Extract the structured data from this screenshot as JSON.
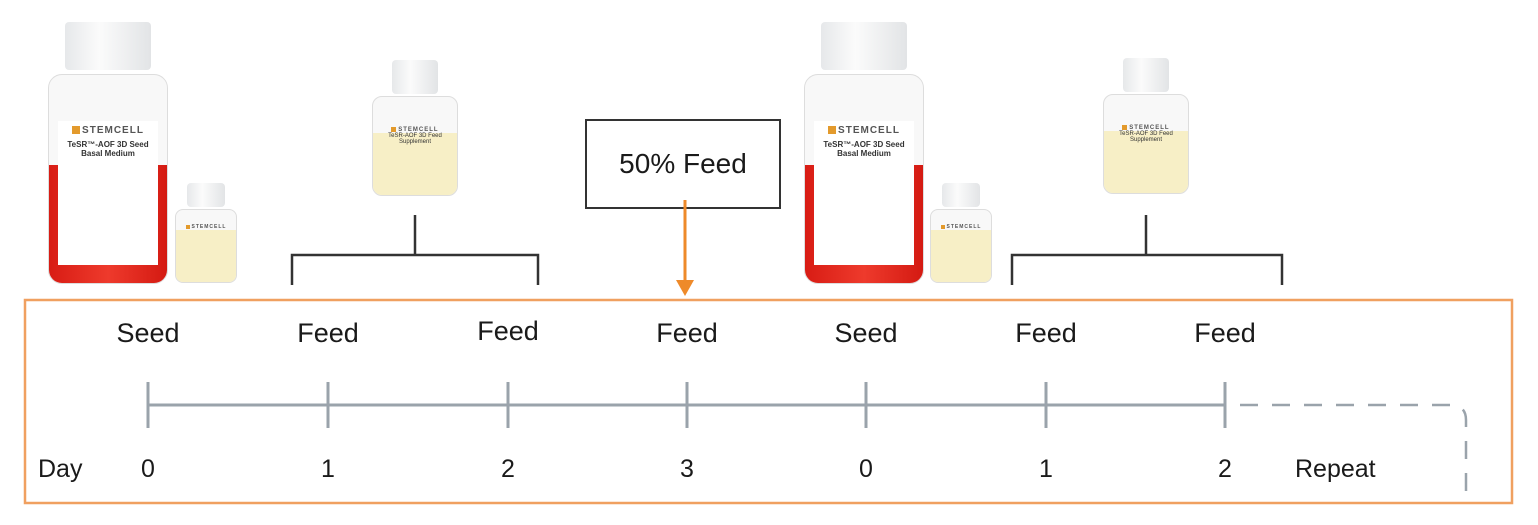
{
  "callout": {
    "text": "50% Feed"
  },
  "timeline": {
    "day_label": "Day",
    "events": [
      "Seed",
      "Feed",
      "Feed",
      "Feed",
      "Seed",
      "Feed",
      "Feed"
    ],
    "days": [
      "0",
      "1",
      "2",
      "3",
      "0",
      "1",
      "2"
    ],
    "repeat_label": "Repeat"
  },
  "products": {
    "brand": "STEMCELL",
    "basal_medium": "TeSR™-AOF 3D Seed Basal Medium",
    "supplement": "TeSR-AOF 3D Feed Supplement"
  },
  "colors": {
    "accent": "#f0a060",
    "arrow": "#ee8a2a",
    "line": "#9aa3ab",
    "medium": "#e0261c"
  }
}
